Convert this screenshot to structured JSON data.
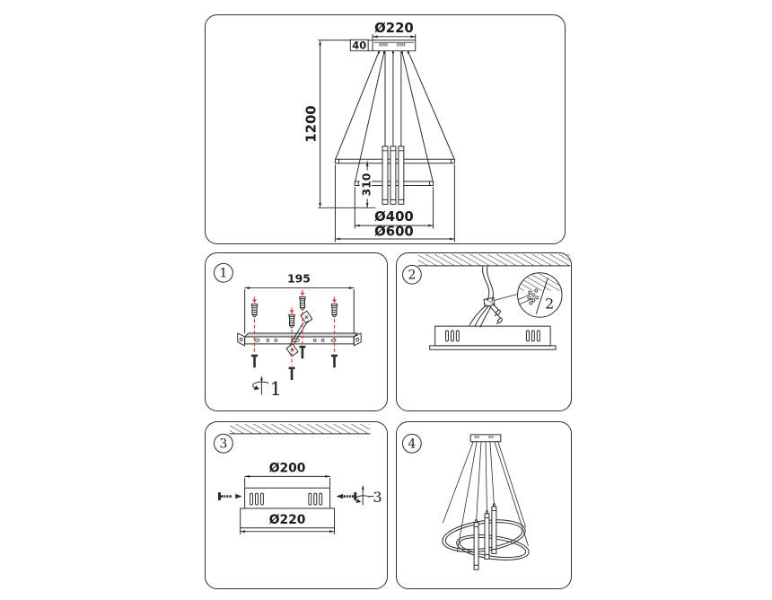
{
  "colors": {
    "background": "#ffffff",
    "line": "#2a2a2a",
    "accent_red": "#e8312a",
    "metal_gray": "#d9d9d9"
  },
  "overview": {
    "canopy_diameter_label": "Ø220",
    "canopy_height_label": "40",
    "suspension_height_label": "1200",
    "tube_length_label": "310",
    "middle_ring_label": "Ø400",
    "outer_ring_label": "Ø600"
  },
  "steps": {
    "step1": {
      "badge": "1",
      "bracket_width_label": "195",
      "action_label": "1"
    },
    "step2": {
      "badge": "2",
      "detail_label": "2"
    },
    "step3": {
      "badge": "3",
      "canopy_top_label": "Ø200",
      "canopy_base_label": "Ø220",
      "action_label": "3"
    },
    "step4": {
      "badge": "4"
    }
  }
}
